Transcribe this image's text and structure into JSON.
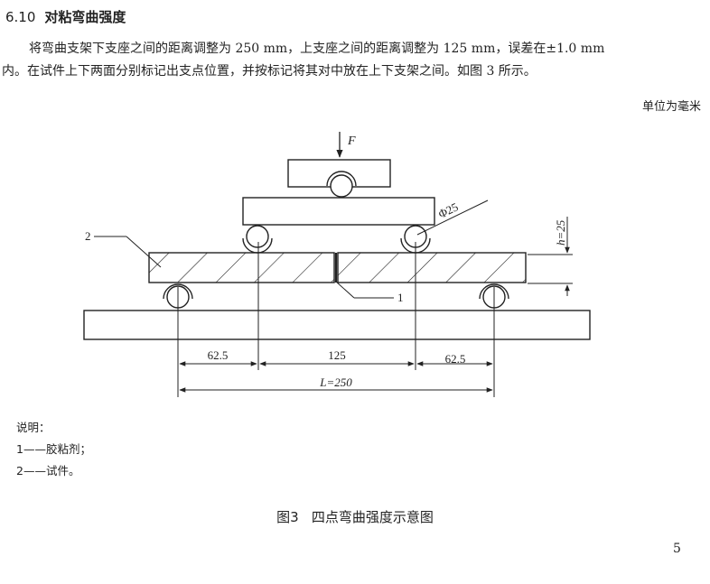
{
  "section": {
    "number": "6.10",
    "title": "对粘弯曲强度"
  },
  "paragraph": {
    "line1": "将弯曲支架下支座之间的距离调整为 250 mm，上支座之间的距离调整为 125 mm，误差在±1.0 mm",
    "line2": "内。在试件上下两面分别标记出支点位置，并按标记将其对中放在上下支架之间。如图 3 所示。"
  },
  "unit_note": "单位为毫米",
  "diagram": {
    "force_label": "F",
    "diameter_label": "Φ25",
    "height_label": "h=25",
    "callout_1": "1",
    "callout_2": "2",
    "dim_left": "62.5",
    "dim_middle": "125",
    "dim_right": "62.5",
    "dim_total": "L=250"
  },
  "legend": {
    "heading": "说明：",
    "item1": "1——胶粘剂；",
    "item2": "2——试件。"
  },
  "caption": {
    "figure_number": "图3",
    "title": "四点弯曲强度示意图"
  },
  "page_number": "5"
}
